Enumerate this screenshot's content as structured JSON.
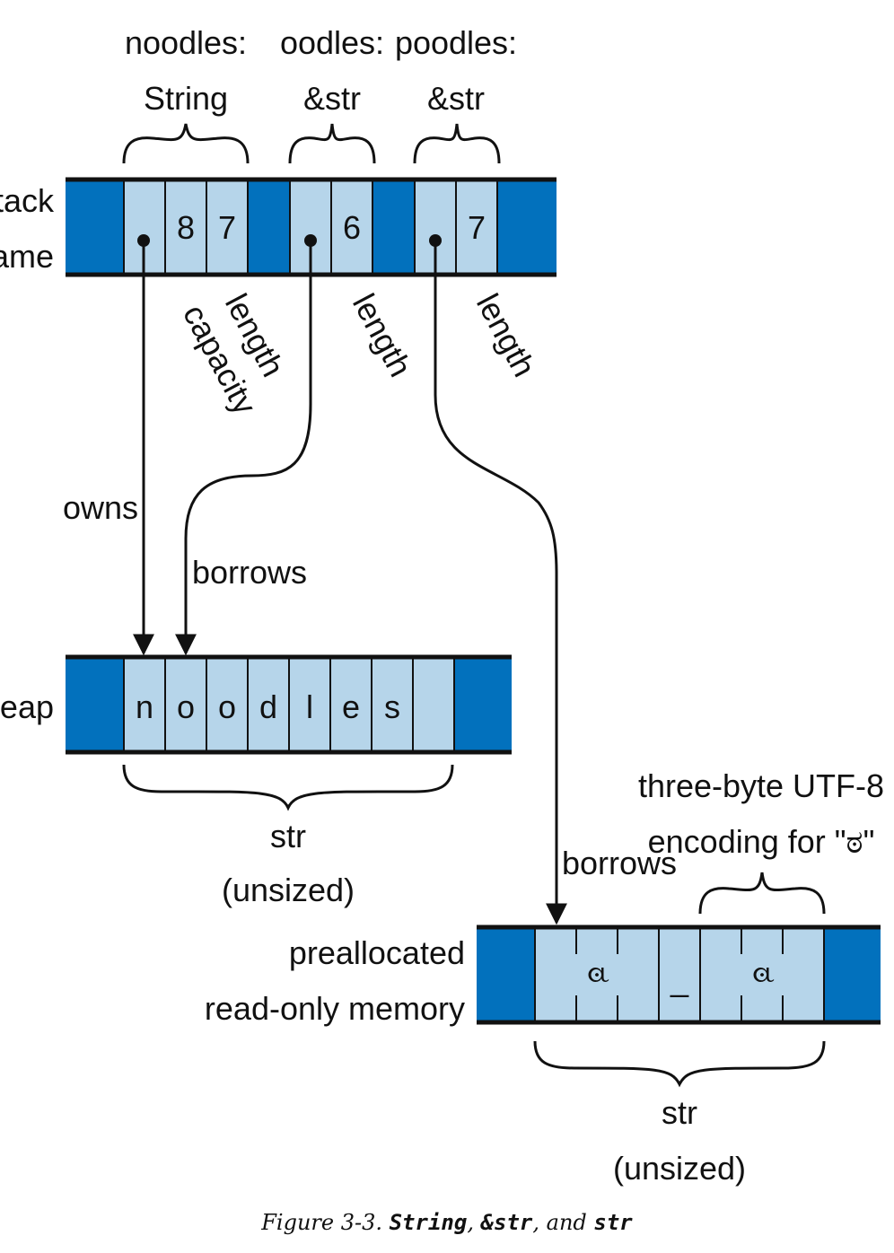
{
  "labels": {
    "noodles_name": "noodles:",
    "noodles_type": "String",
    "oodles_name": "oodles:",
    "oodles_type": "&str",
    "poodles_name": "poodles:",
    "poodles_type": "&str",
    "stack_1": "stack",
    "stack_2": "frame",
    "capacity": "capacity",
    "length_1": "length",
    "length_2": "length",
    "length_3": "length",
    "owns": "owns",
    "borrows_1": "borrows",
    "borrows_2": "borrows",
    "heap": "heap",
    "heap_str": "str",
    "heap_unsized": "(unsized)",
    "prealloc_1": "preallocated",
    "prealloc_2": "read-only memory",
    "utf8_1": "three-byte UTF-8",
    "utf8_2": "encoding for \"ಠ\"",
    "ro_str": "str",
    "ro_unsized": "(unsized)"
  },
  "stack": {
    "noodles_cap": "8",
    "noodles_len": "7",
    "oodles_len": "6",
    "poodles_len": "7"
  },
  "heap_chars": [
    "n",
    "o",
    "o",
    "d",
    "l",
    "e",
    "s"
  ],
  "ro_chars": {
    "first": "ಠ",
    "middle": "_",
    "second": "ಠ"
  },
  "caption": {
    "prefix": "Figure 3-3. ",
    "string": "String",
    "sep1": ", ",
    "ref_str": "&str",
    "sep2": ", and ",
    "str": "str"
  },
  "colors": {
    "dark_blue": "#0271bd",
    "light_blue": "#b6d5ea",
    "line": "#111111"
  }
}
